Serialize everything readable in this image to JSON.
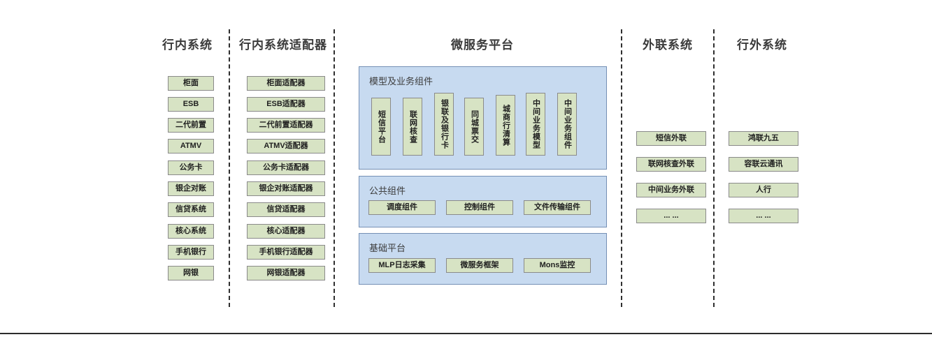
{
  "columns": [
    {
      "key": "inbank",
      "title": "行内系统",
      "items": [
        "柜面",
        "ESB",
        "二代前置",
        "ATMV",
        "公务卡",
        "银企对账",
        "信贷系统",
        "核心系统",
        "手机银行",
        "网银"
      ]
    },
    {
      "key": "inbank_adapter",
      "title": "行内系统适配器",
      "items": [
        "柜面适配器",
        "ESB适配器",
        "二代前置适配器",
        "ATMV适配器",
        "公务卡适配器",
        "银企对账适配器",
        "信贷适配器",
        "核心适配器",
        "手机银行适配器",
        "网银适配器"
      ]
    },
    {
      "key": "microservice",
      "title": "微服务平台"
    },
    {
      "key": "external_link",
      "title": "外联系统",
      "items": [
        "短信外联",
        "联网核查外联",
        "中间业务外联",
        "... ..."
      ]
    },
    {
      "key": "outbank",
      "title": "行外系统",
      "items": [
        "鸿联九五",
        "容联云通讯",
        "人行",
        "... ..."
      ]
    }
  ],
  "platform": {
    "model_panel": {
      "title": "模型及业务组件",
      "items": [
        "短信平台",
        "联网核查",
        "银联及银行卡",
        "同城票交",
        "城商行清算",
        "中间业务模型",
        "中间业务组件"
      ]
    },
    "common_panel": {
      "title": "公共组件",
      "items": [
        "调度组件",
        "控制组件",
        "文件传输组件"
      ]
    },
    "base_panel": {
      "title": "基础平台",
      "items": [
        "MLP日志采集",
        "微服务框架",
        "Mons监控"
      ]
    }
  },
  "colors": {
    "node_fill": "#d7e3c4",
    "node_border": "#8a8a8a",
    "panel_fill": "#c7daf0",
    "panel_border": "#7590b5",
    "divider": "#2f2f2f",
    "title_text": "#3a3a3a"
  }
}
